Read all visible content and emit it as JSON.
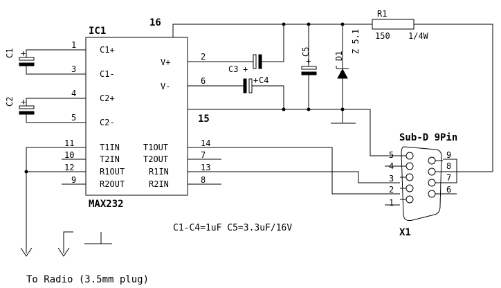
{
  "ic": {
    "name": "IC1",
    "part": "MAX232",
    "pin16": "16",
    "pin15": "15",
    "left_pins": [
      {
        "num": "1",
        "label": "C1+"
      },
      {
        "num": "3",
        "label": "C1-"
      },
      {
        "num": "4",
        "label": "C2+"
      },
      {
        "num": "5",
        "label": "C2-"
      },
      {
        "num": "11",
        "label": "T1IN"
      },
      {
        "num": "10",
        "label": "T2IN"
      },
      {
        "num": "12",
        "label": "R1OUT"
      },
      {
        "num": "9",
        "label": "R2OUT"
      }
    ],
    "right_pins": [
      {
        "num": "2",
        "label": "V+"
      },
      {
        "num": "6",
        "label": "V-"
      },
      {
        "num": "14",
        "label": "T1OUT"
      },
      {
        "num": "7",
        "label": "T2OUT"
      },
      {
        "num": "13",
        "label": "R1IN"
      },
      {
        "num": "8",
        "label": "R2IN"
      }
    ]
  },
  "components": {
    "c1": "C1",
    "c2": "C2",
    "c3": "C3",
    "c4": "C4",
    "c5": "C5",
    "d1": "D1",
    "d1_value": "Z 5.1",
    "r1": "R1",
    "r1_value": "150",
    "r1_power": "1/4W",
    "plus": "+"
  },
  "connector": {
    "title": "Sub-D 9Pin",
    "name": "X1",
    "pins_left": [
      "5",
      "4",
      "3",
      "2",
      "1"
    ],
    "pins_right": [
      "9",
      "8",
      "7",
      "6"
    ]
  },
  "note": "C1-C4=1uF C5=3.3uF/16V",
  "radio_label": "To Radio (3.5mm plug)"
}
